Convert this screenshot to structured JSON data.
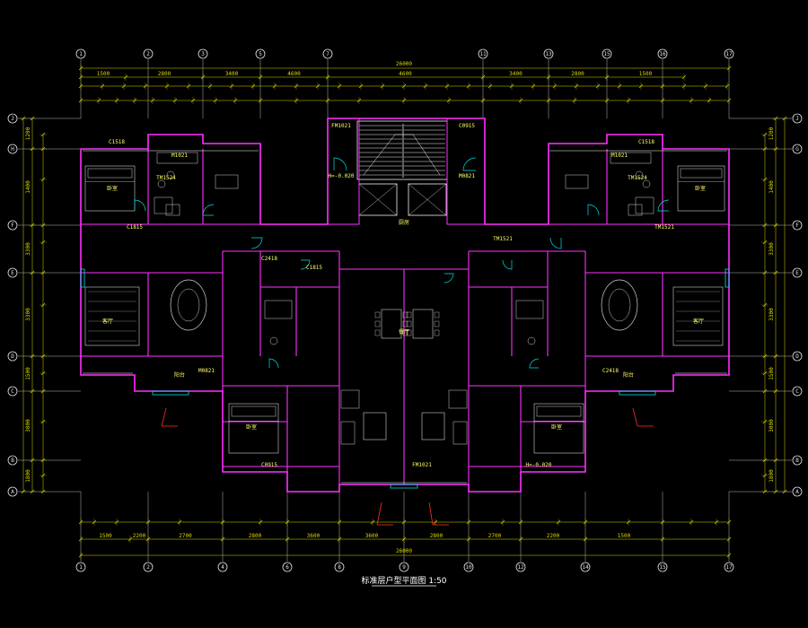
{
  "drawing": {
    "title": "标准层户型平面图 1:50",
    "colors": {
      "background": "#000000",
      "axis": "#e8e8e8",
      "dimension": "#d8d800",
      "wall": "#ff30ff",
      "furniture": "#d0d0d0",
      "door": "#00e0e0",
      "text": "#ffff66",
      "annotation": "#ff3030",
      "stair": "#f0f0f0"
    }
  },
  "axes": {
    "top": [
      "1",
      "2",
      "3",
      "5",
      "7",
      "11",
      "13",
      "15",
      "16",
      "17"
    ],
    "bottom": [
      "1",
      "2",
      "4",
      "6",
      "8",
      "9",
      "10",
      "12",
      "14",
      "15",
      "17"
    ],
    "left": [
      "J",
      "H",
      "F",
      "E",
      "D",
      "C",
      "B",
      "A"
    ],
    "right": [
      "J",
      "G",
      "F",
      "E",
      "D",
      "C",
      "B",
      "A"
    ]
  },
  "dimensions": {
    "top_overall": "26000",
    "bottom_overall": "26000",
    "top_chain": [
      "1500",
      "2800",
      "3400",
      "4600",
      "4600",
      "3400",
      "2800",
      "1500"
    ],
    "bottom_chain": [
      "1500",
      "2200",
      "2700",
      "2800",
      "3600",
      "3600",
      "2800",
      "2700",
      "2200",
      "1500"
    ],
    "left_chain": [
      "1200",
      "1400",
      "3300",
      "3300",
      "1500",
      "3000",
      "1800"
    ],
    "right_chain": [
      "1200",
      "1400",
      "3300",
      "3300",
      "1500",
      "3000",
      "1800"
    ]
  },
  "rooms": [
    {
      "id": "bed-tl",
      "label": "卧室"
    },
    {
      "id": "bed-tr",
      "label": "卧室"
    },
    {
      "id": "living-l",
      "label": "客厅"
    },
    {
      "id": "living-r",
      "label": "客厅"
    },
    {
      "id": "dining-c",
      "label": "餐厅"
    },
    {
      "id": "bed-bl",
      "label": "卧室"
    },
    {
      "id": "bed-br",
      "label": "卧室"
    },
    {
      "id": "kitchen",
      "label": "厨房"
    },
    {
      "id": "balcony-l",
      "label": "阳台"
    },
    {
      "id": "balcony-r",
      "label": "阳台"
    }
  ],
  "tags": [
    "C1518",
    "M1021",
    "TM1524",
    "FM1021",
    "C0915",
    "H=-0.020",
    "M0821",
    "C2418",
    "C1815",
    "TM1521"
  ]
}
